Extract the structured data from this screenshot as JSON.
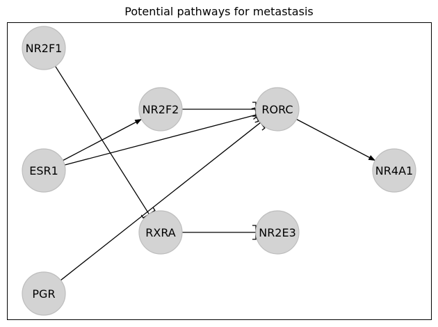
{
  "title": "Potential pathways for metastasis",
  "colors": {
    "node_fill": "#d3d3d3",
    "node_stroke": "#bdbdbd",
    "edge": "#000000",
    "frame": "#000000",
    "background": "#ffffff"
  },
  "nodes": [
    {
      "id": "NR2F1",
      "label": "NR2F1"
    },
    {
      "id": "NR2F2",
      "label": "NR2F2"
    },
    {
      "id": "RORC",
      "label": "RORC"
    },
    {
      "id": "ESR1",
      "label": "ESR1"
    },
    {
      "id": "NR4A1",
      "label": "NR4A1"
    },
    {
      "id": "RXRA",
      "label": "RXRA"
    },
    {
      "id": "NR2E3",
      "label": "NR2E3"
    },
    {
      "id": "PGR",
      "label": "PGR"
    }
  ],
  "edges": [
    {
      "from": "NR2F1",
      "to": "RXRA",
      "type": "inhibition"
    },
    {
      "from": "NR2F2",
      "to": "RORC",
      "type": "inhibition"
    },
    {
      "from": "ESR1",
      "to": "NR2F2",
      "type": "activation"
    },
    {
      "from": "ESR1",
      "to": "RORC",
      "type": "inhibition"
    },
    {
      "from": "PGR",
      "to": "RORC",
      "type": "inhibition"
    },
    {
      "from": "RORC",
      "to": "NR4A1",
      "type": "activation"
    },
    {
      "from": "RXRA",
      "to": "NR2E3",
      "type": "inhibition"
    }
  ]
}
